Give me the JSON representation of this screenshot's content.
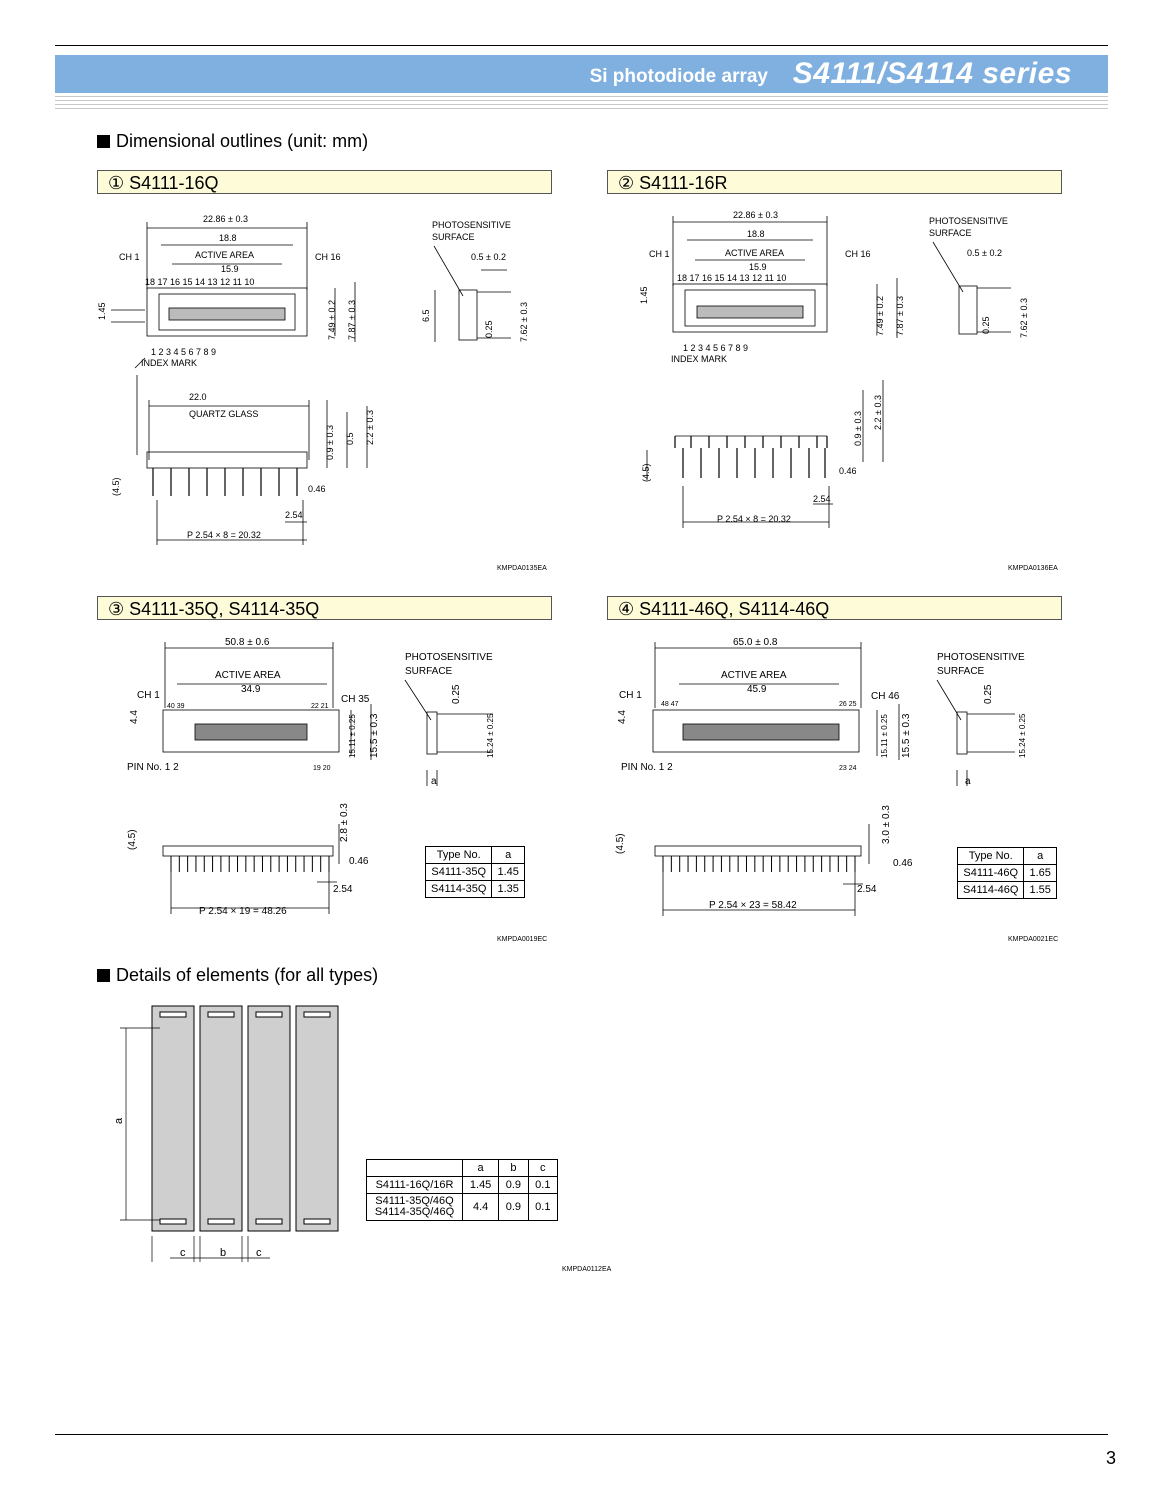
{
  "header": {
    "subtitle": "Si photodiode array",
    "title": "S4111/S4114 series"
  },
  "sections": {
    "outlines": "Dimensional outlines (unit: mm)",
    "details": "Details of elements (for all types)"
  },
  "panels": [
    {
      "title": "① S4111-16Q",
      "code": "KMPDA0135EA"
    },
    {
      "title": "② S4111-16R",
      "code": "KMPDA0136EA"
    },
    {
      "title": "③ S4111-35Q, S4114-35Q",
      "code": "KMPDA0019EC"
    },
    {
      "title": "④ S4111-46Q, S4114-46Q",
      "code": "KMPDA0021EC"
    }
  ],
  "labels16": {
    "overall": "22.86 ± 0.3",
    "inner": "18.8",
    "active": "ACTIVE AREA",
    "active_len": "15.9",
    "ch1": "CH 1",
    "ch16": "CH 16",
    "top_pins": "18 17 16 15 14 13 12 11 10",
    "bot_pins": "1 2 3 4 5 6 7 8 9",
    "index": "INDEX MARK",
    "h145": "1.45",
    "w749": "7.49 ± 0.2",
    "w787": "7.87 ± 0.3",
    "photo1": "PHOTOSENSITIVE",
    "photo2": "SURFACE",
    "d05": "0.5 ± 0.2",
    "d65": "6.5",
    "d025": "0.25",
    "d762": "7.62 ± 0.3",
    "quartz_w": "22.0",
    "quartz": "QUARTZ GLASS",
    "d09": "0.9 ± 0.3",
    "d05b": "0.5",
    "d22": "2.2 ± 0.3",
    "d45": "(4.5)",
    "d046": "0.46",
    "d254": "2.54",
    "pitch": "P 2.54 × 8 = 20.32"
  },
  "labels35": {
    "overall": "50.8 ± 0.6",
    "active": "ACTIVE AREA",
    "active_len": "34.9",
    "ch1": "CH 1",
    "chn": "CH 35",
    "pin_tl": "40 39",
    "pin_tr": "22 21",
    "pin_bl": "PIN No. 1 2",
    "pin_br": "19 20",
    "h44": "4.4",
    "w1511": "15.11 ± 0.25",
    "w155": "15.5 ± 0.3",
    "photo1": "PHOTOSENSITIVE",
    "photo2": "SURFACE",
    "d025": "0.25",
    "w1524": "15.24 ± 0.25",
    "a": "a",
    "d28": "2.8 ± 0.3",
    "d45": "(4.5)",
    "d046": "0.46",
    "d254": "2.54",
    "pitch": "P 2.54 × 19 = 48.26"
  },
  "labels46": {
    "overall": "65.0 ± 0.8",
    "active": "ACTIVE AREA",
    "active_len": "45.9",
    "ch1": "CH 1",
    "chn": "CH 46",
    "pin_tl": "48 47",
    "pin_tr": "26 25",
    "pin_bl": "PIN No. 1 2",
    "pin_br": "23 24",
    "h44": "4.4",
    "w1511": "15.11 ± 0.25",
    "w155": "15.5 ± 0.3",
    "photo1": "PHOTOSENSITIVE",
    "photo2": "SURFACE",
    "d025": "0.25",
    "w1524": "15.24 ± 0.25",
    "a": "a",
    "d30": "3.0 ± 0.3",
    "d45": "(4.5)",
    "d046": "0.46",
    "d254": "2.54",
    "pitch": "P 2.54 × 23 = 58.42"
  },
  "table35": {
    "headers": [
      "Type No.",
      "a"
    ],
    "rows": [
      [
        "S4111-35Q",
        "1.45"
      ],
      [
        "S4114-35Q",
        "1.35"
      ]
    ]
  },
  "table46": {
    "headers": [
      "Type No.",
      "a"
    ],
    "rows": [
      [
        "S4111-46Q",
        "1.65"
      ],
      [
        "S4114-46Q",
        "1.55"
      ]
    ]
  },
  "elements": {
    "labels": {
      "a": "a",
      "b": "b",
      "c": "c"
    },
    "code": "KMPDA0112EA",
    "table": {
      "headers": [
        "",
        "a",
        "b",
        "c"
      ],
      "rows": [
        [
          "S4111-16Q/16R",
          "1.45",
          "0.9",
          "0.1"
        ],
        [
          "S4111-35Q/46Q S4114-35Q/46Q",
          "4.4",
          "0.9",
          "0.1"
        ]
      ]
    }
  },
  "page_number": "3"
}
